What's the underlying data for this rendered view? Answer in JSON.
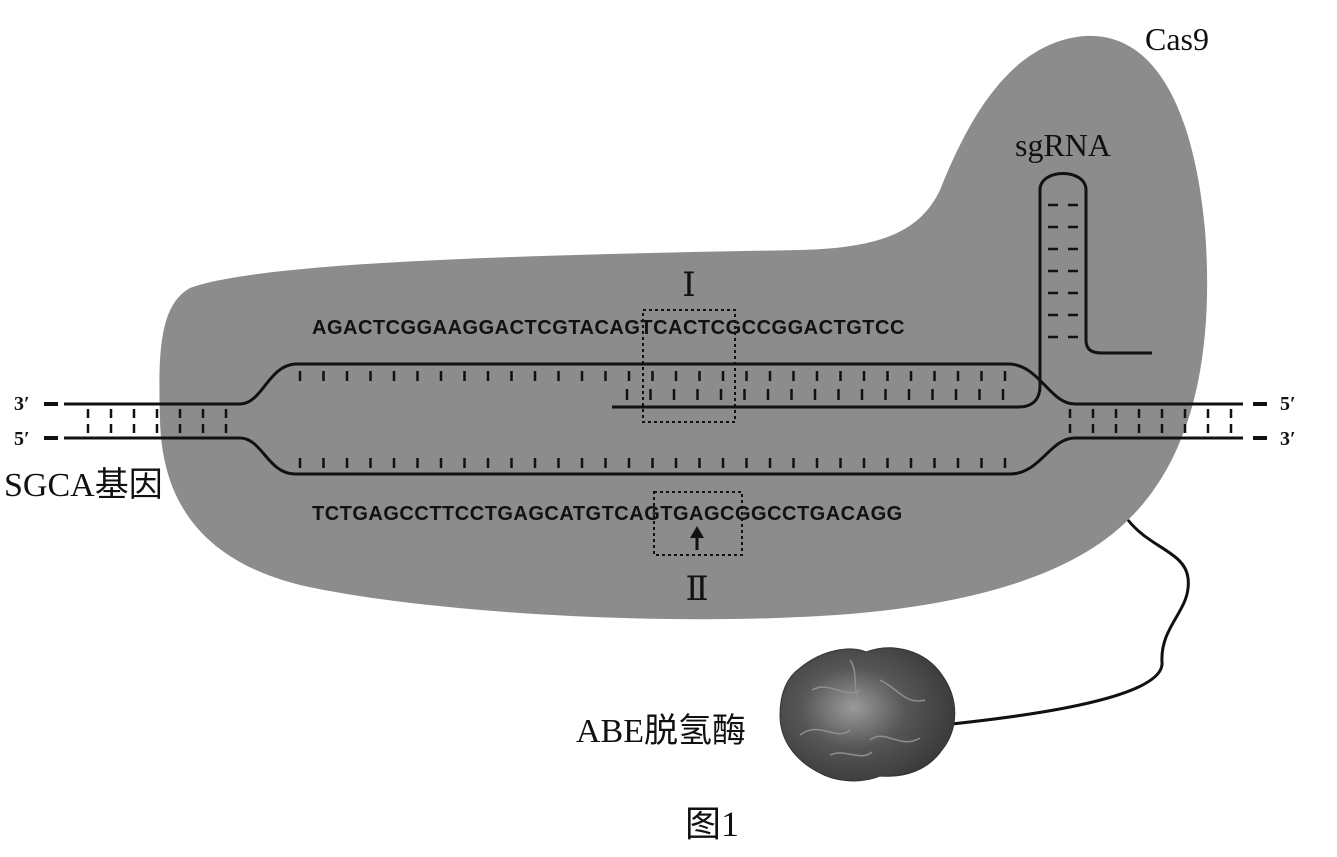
{
  "labels": {
    "cas9": "Cas9",
    "sgrna": "sgRNA",
    "gene": "SGCA基因",
    "enzyme": "ABE脱氢酶",
    "figure": "图1",
    "box_top": "Ⅰ",
    "box_bottom": "Ⅱ"
  },
  "strand_ends": {
    "left_top": "3′",
    "left_bottom": "5′",
    "right_top": "5′",
    "right_bottom": "3′"
  },
  "sequences": {
    "top": "AGACTCGGAAGGACTCGTACAGTCACTCGCCGGACTGTCC",
    "bottom": "TCTGAGCCTTCCTGAGCATGTCAGTGAGCGGCCTGACAGG"
  },
  "colors": {
    "protein": "#8c8c8c",
    "enzyme": "#4a4a4a",
    "line": "#111111"
  }
}
